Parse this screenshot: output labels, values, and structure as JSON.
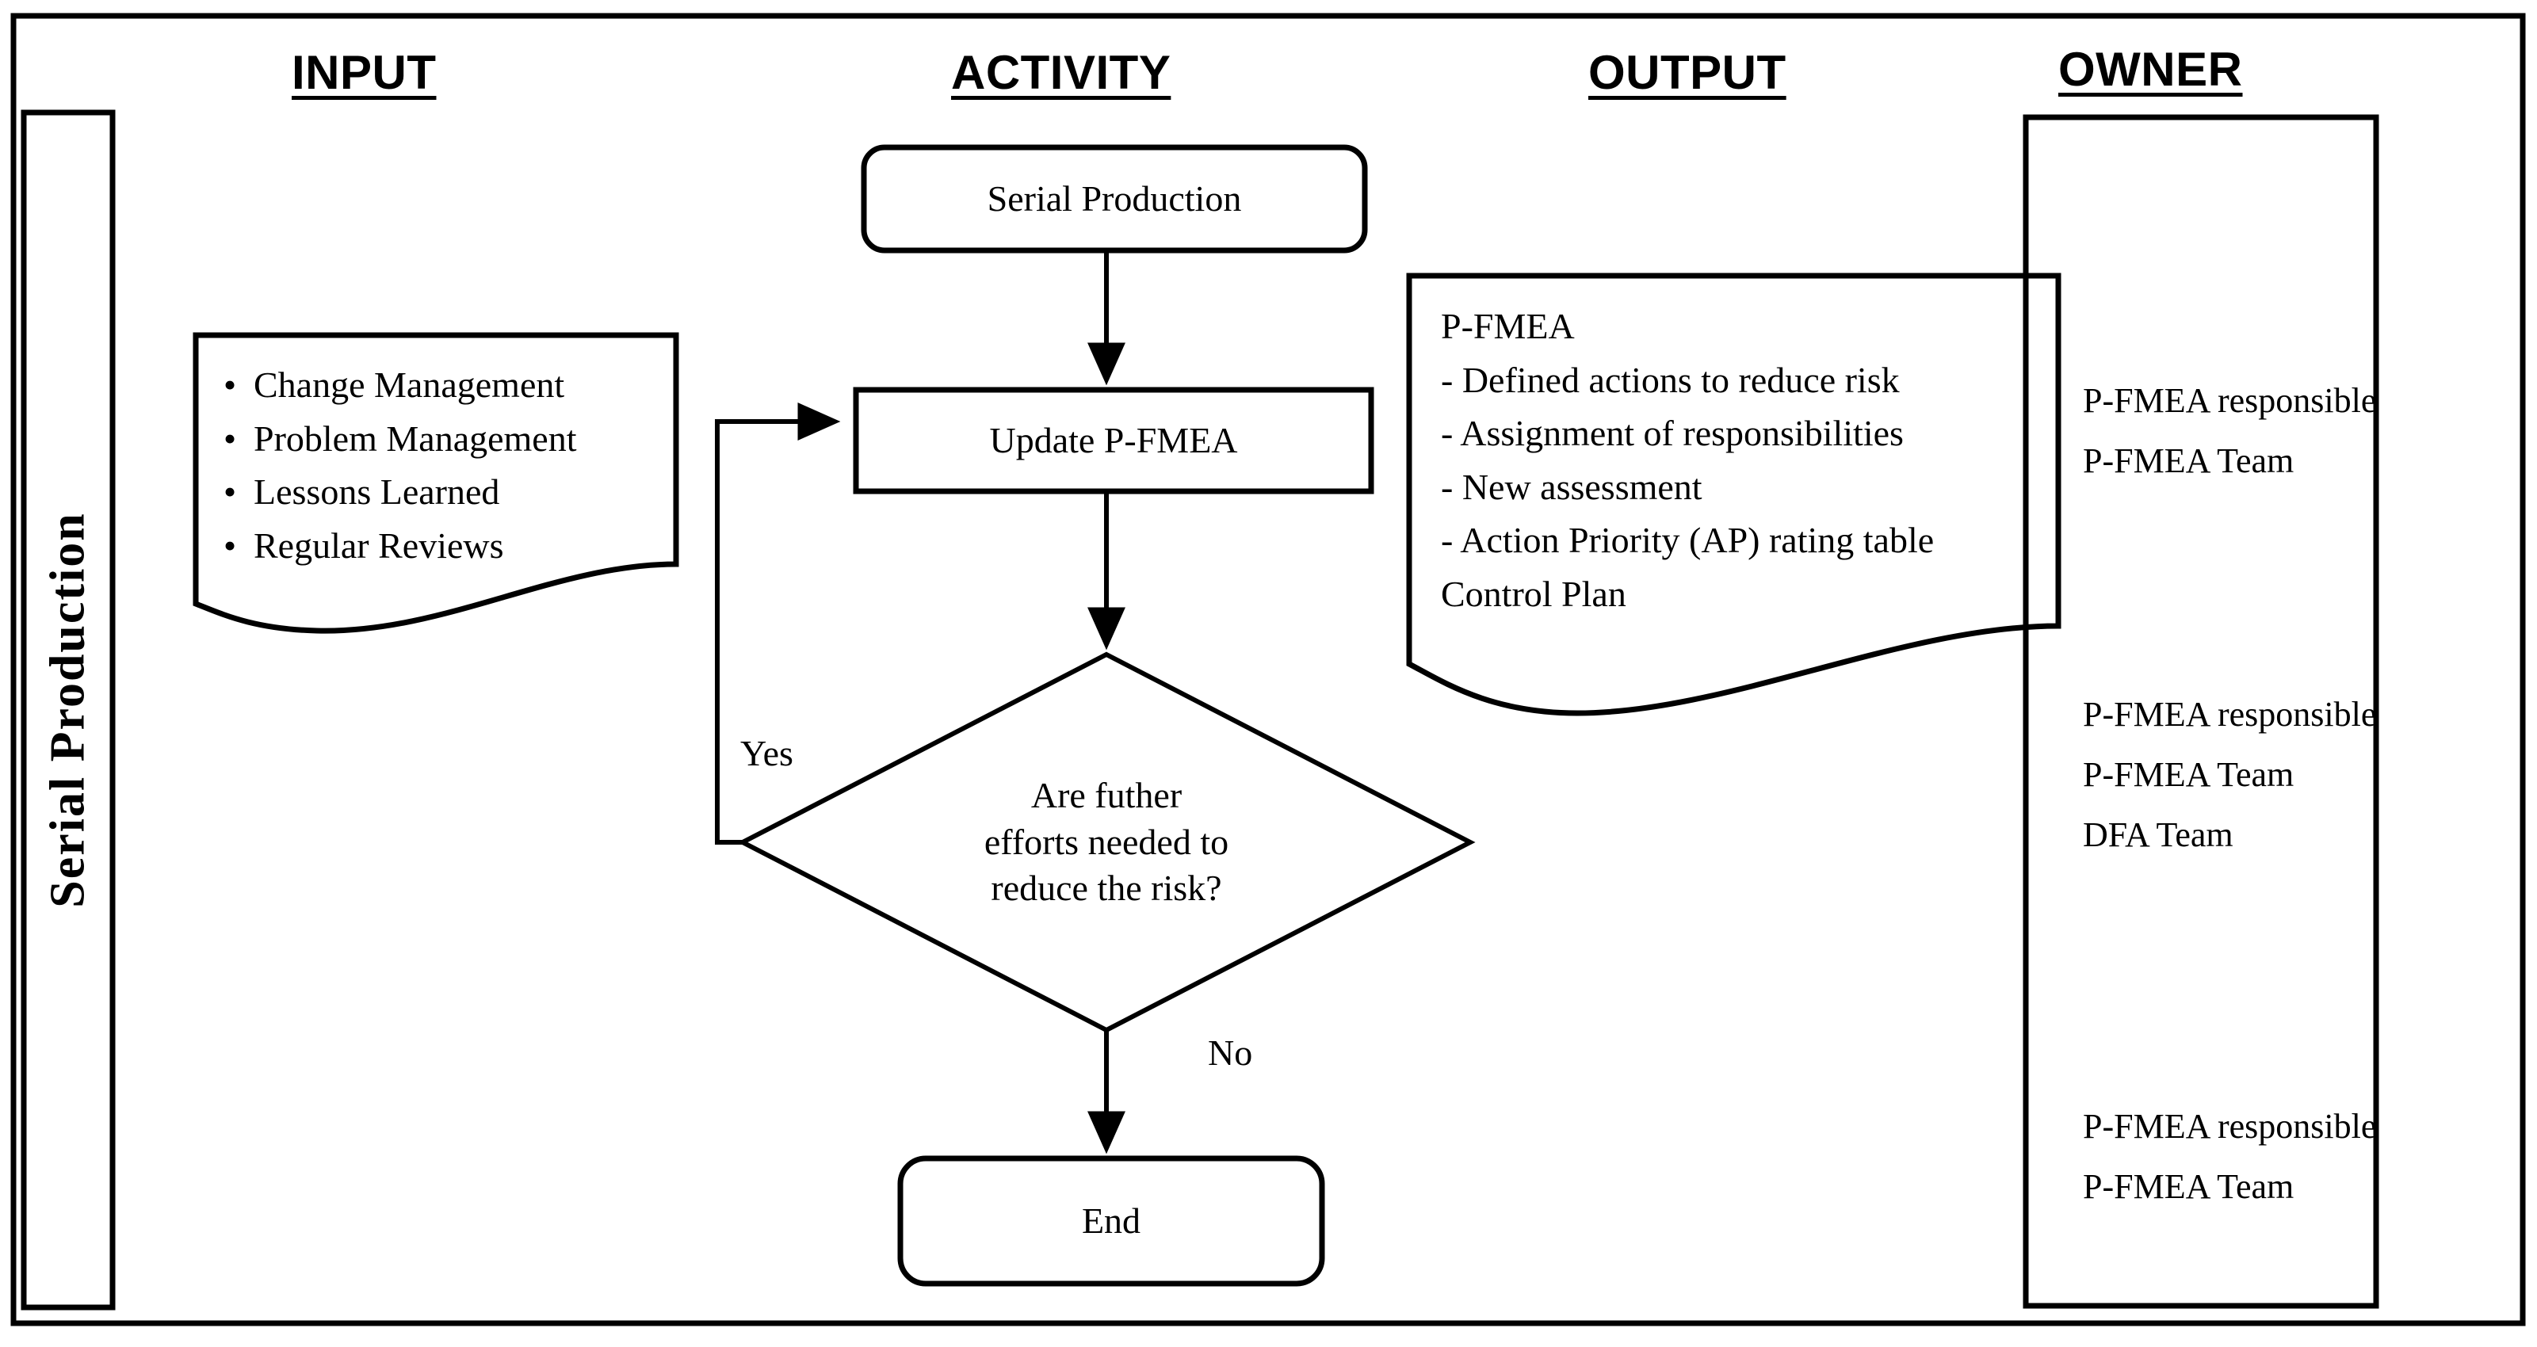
{
  "diagram": {
    "title_columns": [
      {
        "key": "input",
        "label": "INPUT"
      },
      {
        "key": "activity",
        "label": "ACTIVITY"
      },
      {
        "key": "output",
        "label": "OUTPUT"
      },
      {
        "key": "owner",
        "label": "OWNER"
      }
    ],
    "phase_label": "Serial Production",
    "colors": {
      "line": "#000000",
      "background": "#ffffff",
      "text": "#000000"
    }
  },
  "activity": {
    "start_node": "Serial Production",
    "process_node": "Update P-FMEA",
    "decision_node": "Are futher\nefforts needed to\nreduce the risk?",
    "end_node": "End",
    "branch_yes": "Yes",
    "branch_no": "No"
  },
  "input": {
    "items": [
      "Change Management",
      "Problem Management",
      "Lessons Learned",
      "Regular Reviews"
    ]
  },
  "output": {
    "heading": "P-FMEA",
    "items": [
      "- Defined actions to reduce risk",
      "- Assignment of responsibilities",
      "- New assessment",
      "- Action Priority (AP) rating table"
    ],
    "footer": "Control Plan"
  },
  "owner": {
    "groups": [
      {
        "lines": [
          "P-FMEA responsible",
          "P-FMEA Team"
        ]
      },
      {
        "lines": [
          "P-FMEA responsible",
          "P-FMEA Team",
          "DFA Team"
        ]
      },
      {
        "lines": [
          "P-FMEA responsible",
          "P-FMEA Team"
        ]
      }
    ]
  }
}
